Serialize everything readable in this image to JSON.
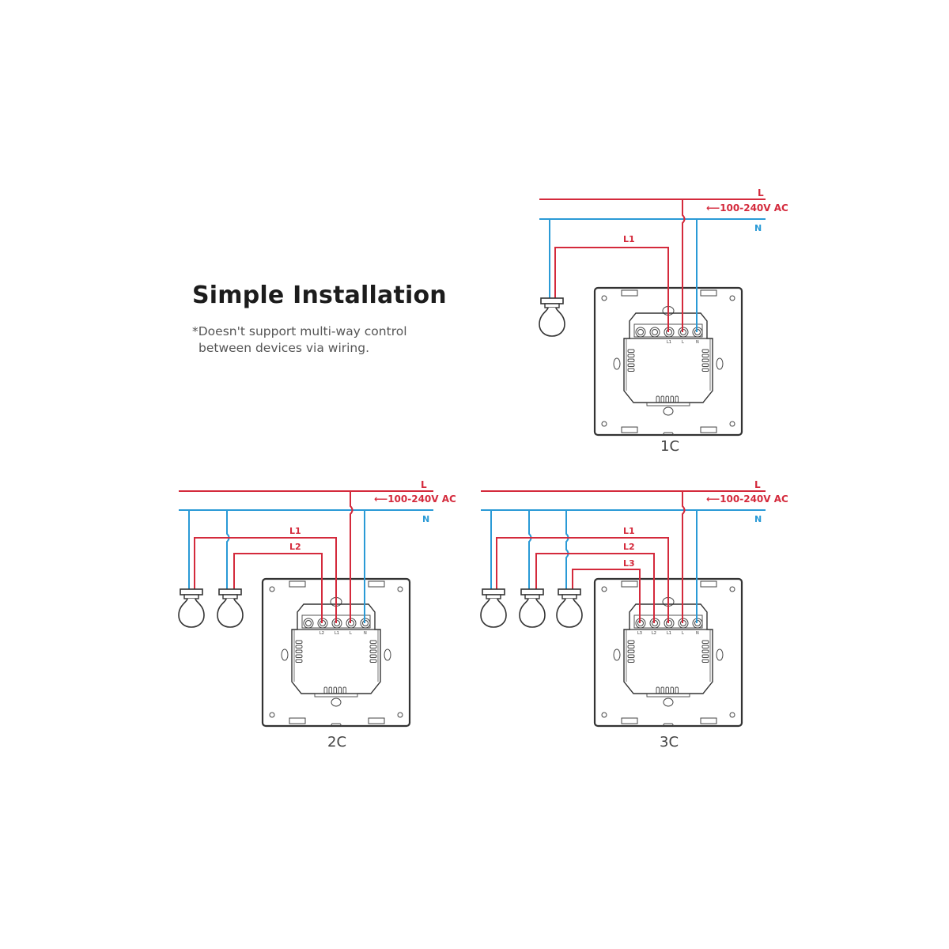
{
  "heading": {
    "title": "Simple Installation",
    "note_line1": "*Doesn't support multi-way control",
    "note_line2": "between devices via wiring."
  },
  "colors": {
    "live": "#d42a3c",
    "neutral": "#2a9ad6",
    "outline": "#333333"
  },
  "diagrams": [
    {
      "id": "1C",
      "caption": "1C",
      "live_label": "L",
      "neutral_label": "N",
      "voltage_label": "100-240V AC",
      "load_labels": [
        "L1"
      ],
      "terminal_labels": [
        "L1",
        "L",
        "N"
      ],
      "bulbs": 1
    },
    {
      "id": "2C",
      "caption": "2C",
      "live_label": "L",
      "neutral_label": "N",
      "voltage_label": "100-240V AC",
      "load_labels": [
        "L1",
        "L2"
      ],
      "terminal_labels": [
        "L2",
        "L1",
        "L",
        "N"
      ],
      "bulbs": 2
    },
    {
      "id": "3C",
      "caption": "3C",
      "live_label": "L",
      "neutral_label": "N",
      "voltage_label": "100-240V AC",
      "load_labels": [
        "L1",
        "L2",
        "L3"
      ],
      "terminal_labels": [
        "L3",
        "L2",
        "L1",
        "L",
        "N"
      ],
      "bulbs": 3
    }
  ]
}
